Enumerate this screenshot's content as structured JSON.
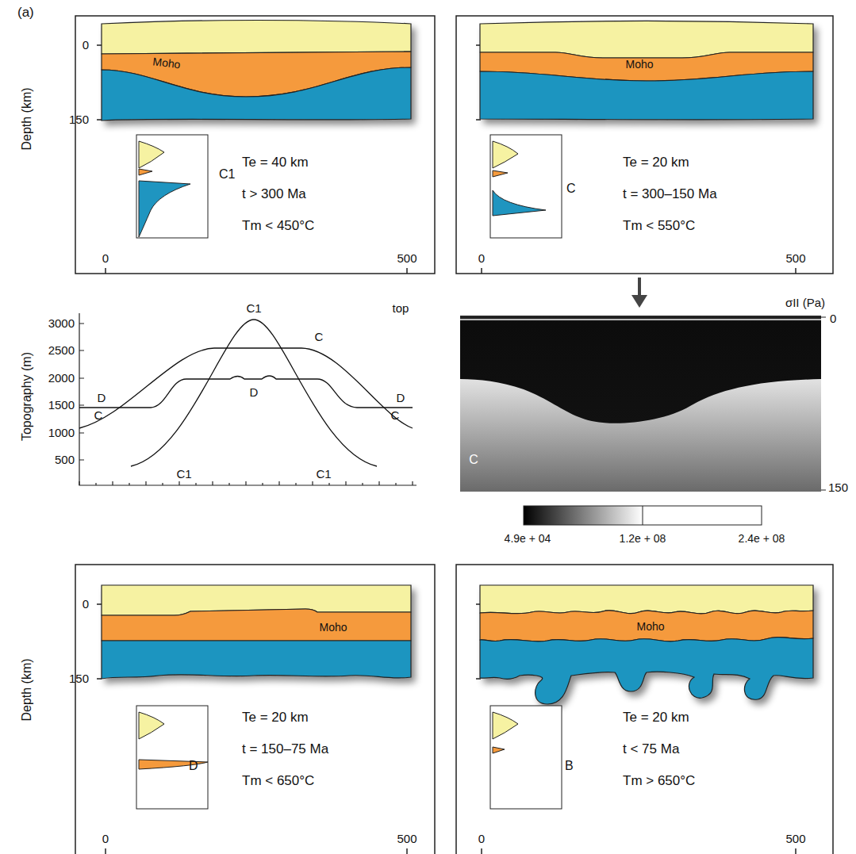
{
  "diagram": {
    "labels": [
      "(a)",
      "Depth (km)",
      "0",
      "150",
      "Moho",
      "C1",
      "Te = 40 km",
      "t > 300 Ma",
      "Tm < 450°C",
      "0",
      "500",
      "Moho",
      "C",
      "Te = 20 km",
      "t = 300–150 Ma",
      "Tm < 550°C",
      "0",
      "500",
      "Topography (m)",
      "3000",
      "2500",
      "2000",
      "1500",
      "1000",
      "500",
      "C1",
      "top",
      "C",
      "D",
      "D",
      "C",
      "C",
      "D",
      "C1",
      "C1",
      "σII (Pa)",
      "0",
      "150",
      "C",
      "4.9e + 04",
      "1.2e + 08",
      "2.4e + 08",
      "Depth (km)",
      "0",
      "150",
      "Moho",
      "D",
      "Te = 20 km",
      "t = 150–75 Ma",
      "Tm < 650°C",
      "0",
      "500",
      "Moho",
      "B",
      "Te = 20 km",
      "t < 75 Ma",
      "Tm > 650°C",
      "0",
      "500"
    ]
  }
}
